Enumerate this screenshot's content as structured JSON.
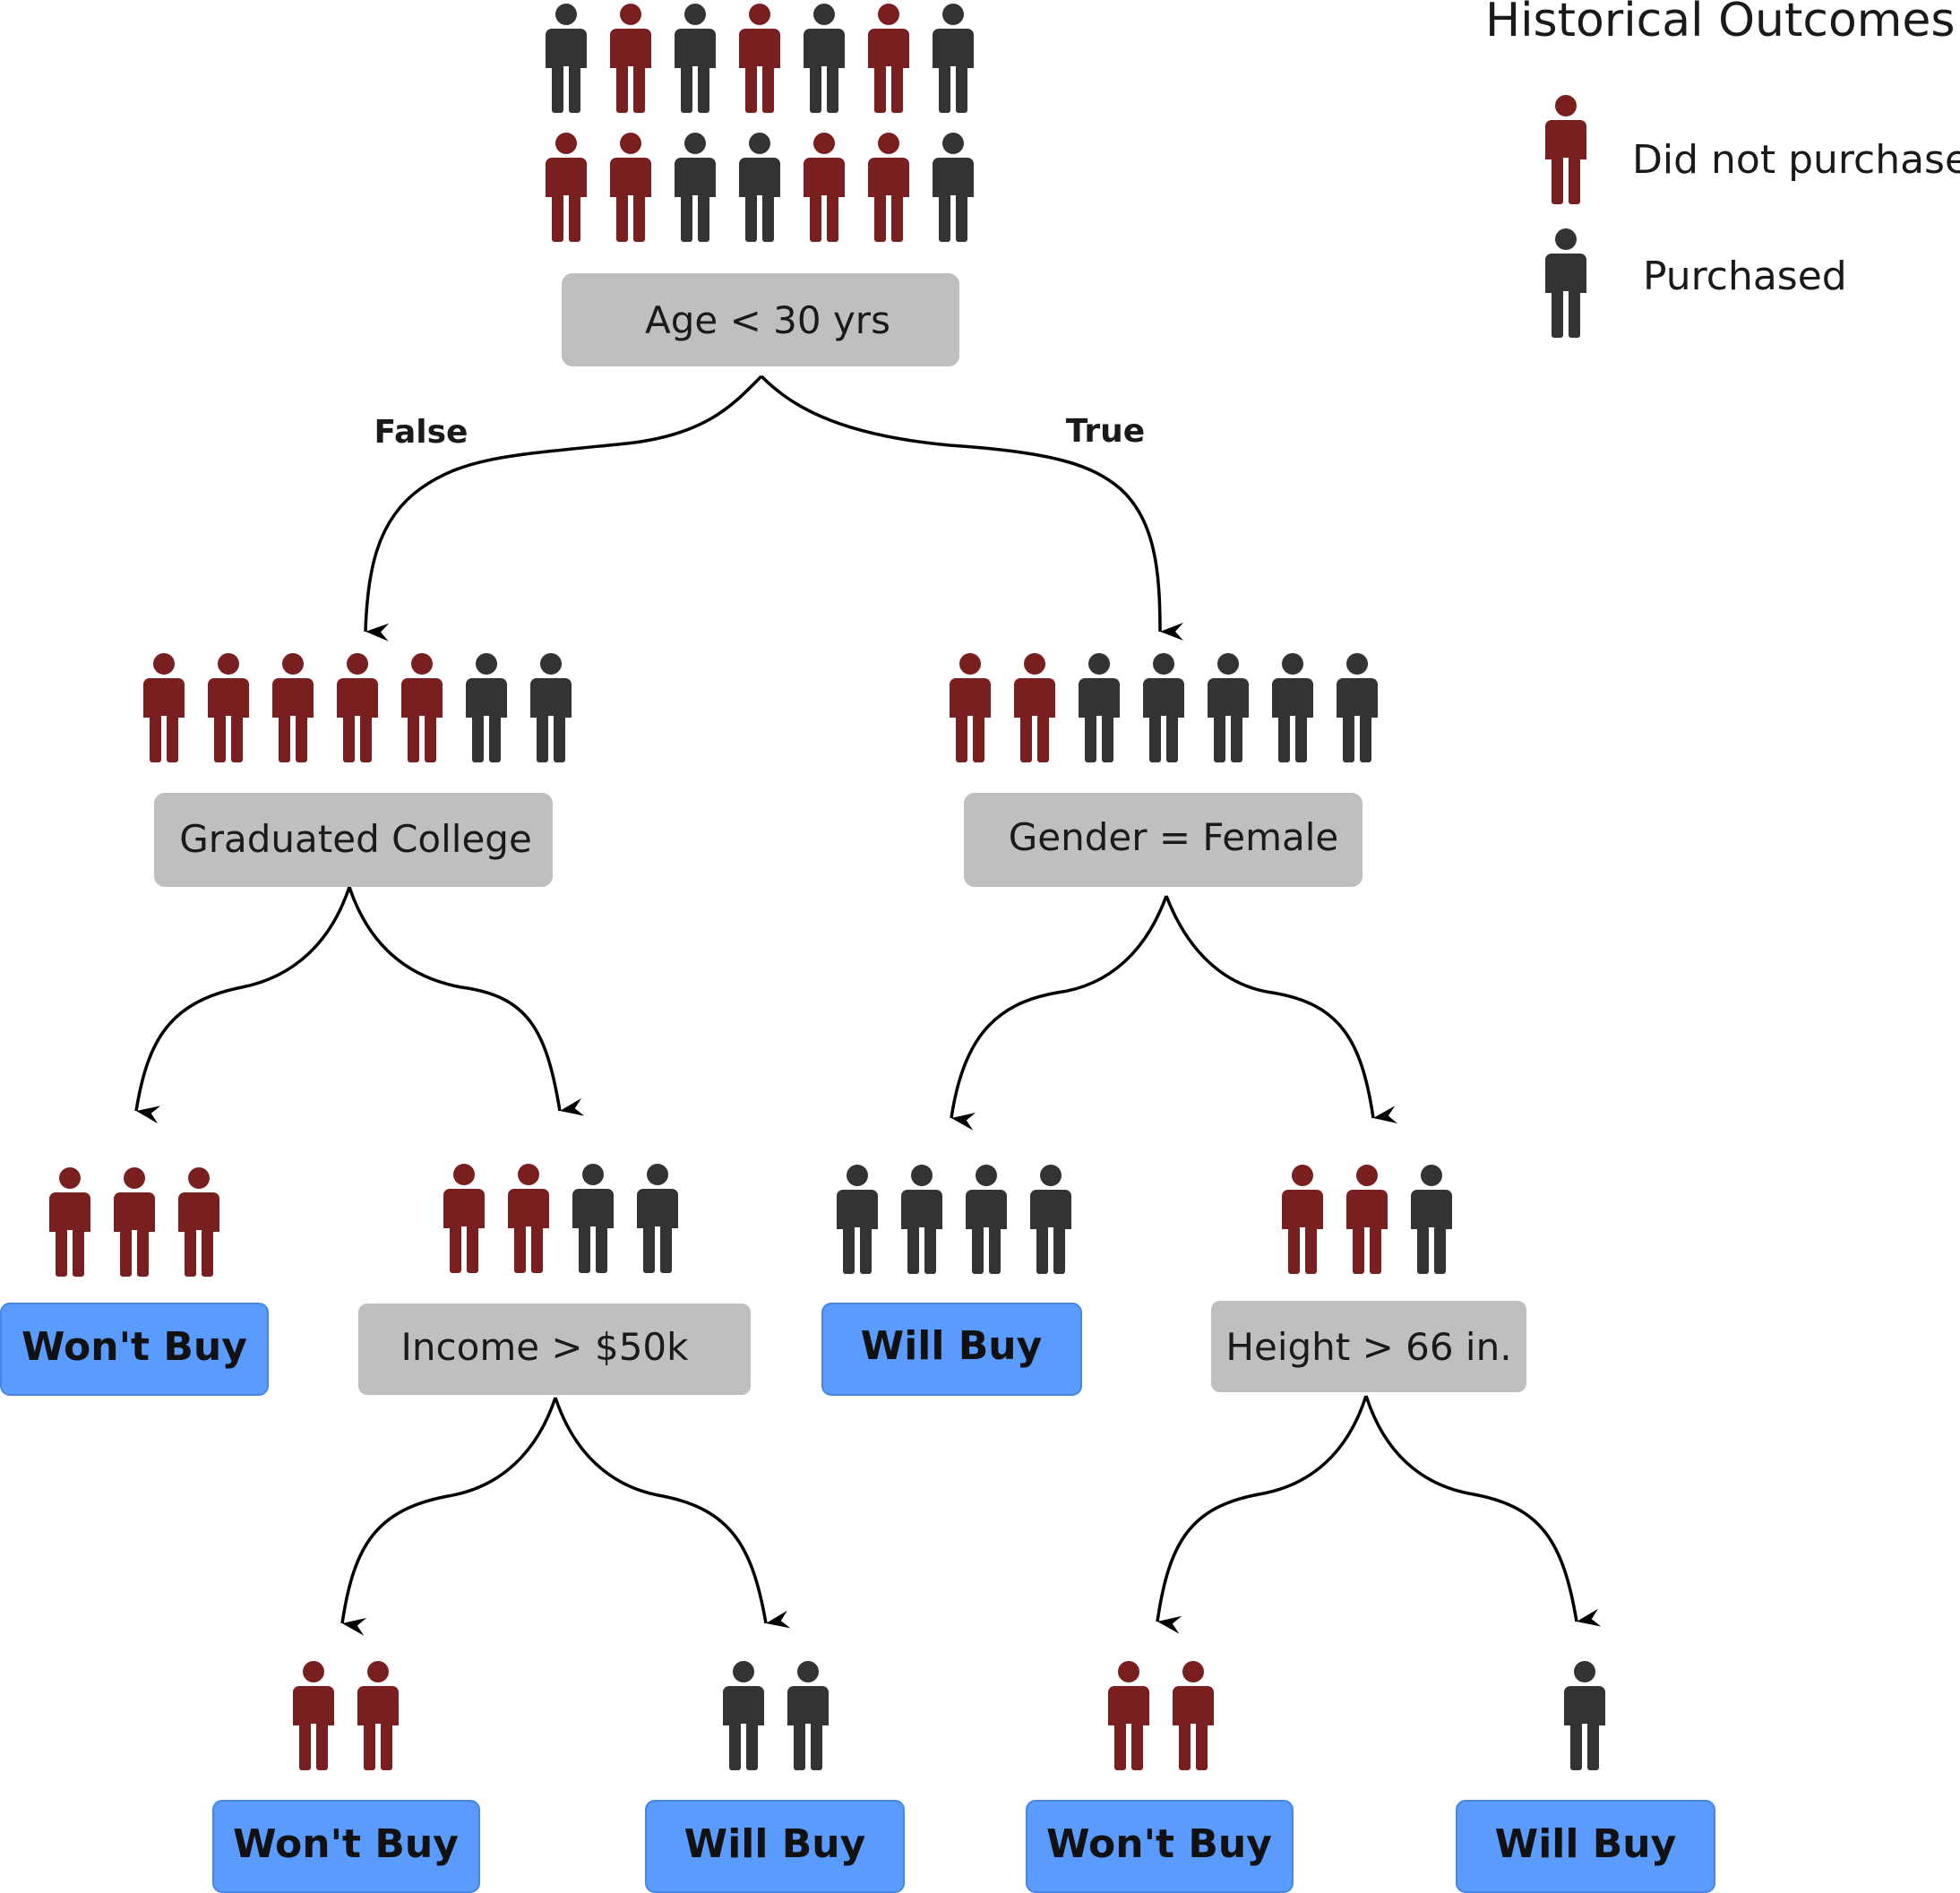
{
  "colors": {
    "did_not_purchase": "#7a1f1f",
    "purchased": "#333333",
    "condition_box": "#bfbfbf",
    "leaf_box": "#5a9bff",
    "edge": "#000000"
  },
  "legend": {
    "title": "Historical Outcomes",
    "items": [
      {
        "label": "Did not purchase",
        "color_key": "did_not_purchase"
      },
      {
        "label": "Purchased",
        "color_key": "purchased"
      }
    ]
  },
  "branch_labels": {
    "false": "False",
    "true": "True"
  },
  "nodes": {
    "root": {
      "label": "Age < 30 yrs",
      "kind": "condition",
      "people": [
        "P",
        "N",
        "P",
        "N",
        "P",
        "N",
        "P",
        "N",
        "N",
        "P",
        "P",
        "N",
        "N",
        "P"
      ]
    },
    "left": {
      "label": "Graduated College",
      "kind": "condition",
      "people": [
        "N",
        "N",
        "N",
        "N",
        "N",
        "P",
        "P"
      ]
    },
    "right": {
      "label": "Gender = Female",
      "kind": "condition",
      "people": [
        "N",
        "N",
        "P",
        "P",
        "P",
        "P",
        "P"
      ]
    },
    "left_left": {
      "label": "Won't Buy",
      "kind": "leaf",
      "people": [
        "N",
        "N",
        "N"
      ]
    },
    "left_right": {
      "label": "Income > $50k",
      "kind": "condition",
      "people": [
        "N",
        "N",
        "P",
        "P"
      ]
    },
    "right_left": {
      "label": "Will Buy",
      "kind": "leaf",
      "people": [
        "P",
        "P",
        "P",
        "P"
      ]
    },
    "right_right": {
      "label": "Height > 66 in.",
      "kind": "condition",
      "people": [
        "N",
        "N",
        "P"
      ]
    },
    "lr_left": {
      "label": "Won't Buy",
      "kind": "leaf",
      "people": [
        "N",
        "N"
      ]
    },
    "lr_right": {
      "label": "Will Buy",
      "kind": "leaf",
      "people": [
        "P",
        "P"
      ]
    },
    "rr_left": {
      "label": "Won't Buy",
      "kind": "leaf",
      "people": [
        "N",
        "N"
      ]
    },
    "rr_right": {
      "label": "Will Buy",
      "kind": "leaf",
      "people": [
        "P"
      ]
    }
  }
}
